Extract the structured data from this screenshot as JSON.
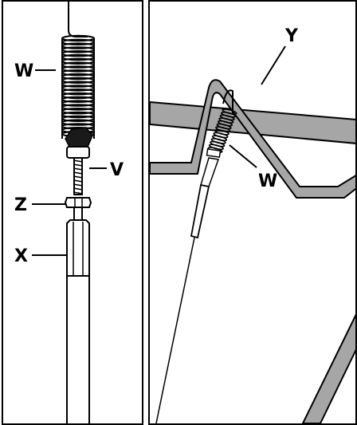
{
  "left_panel": {
    "labels": {
      "w": "W",
      "v": "V",
      "z": "Z",
      "x": "X"
    }
  },
  "right_panel": {
    "labels": {
      "y": "Y",
      "w": "W"
    }
  },
  "colors": {
    "line": "#000000",
    "frame_fill": "#a6a6a6",
    "background": "#ffffff"
  }
}
